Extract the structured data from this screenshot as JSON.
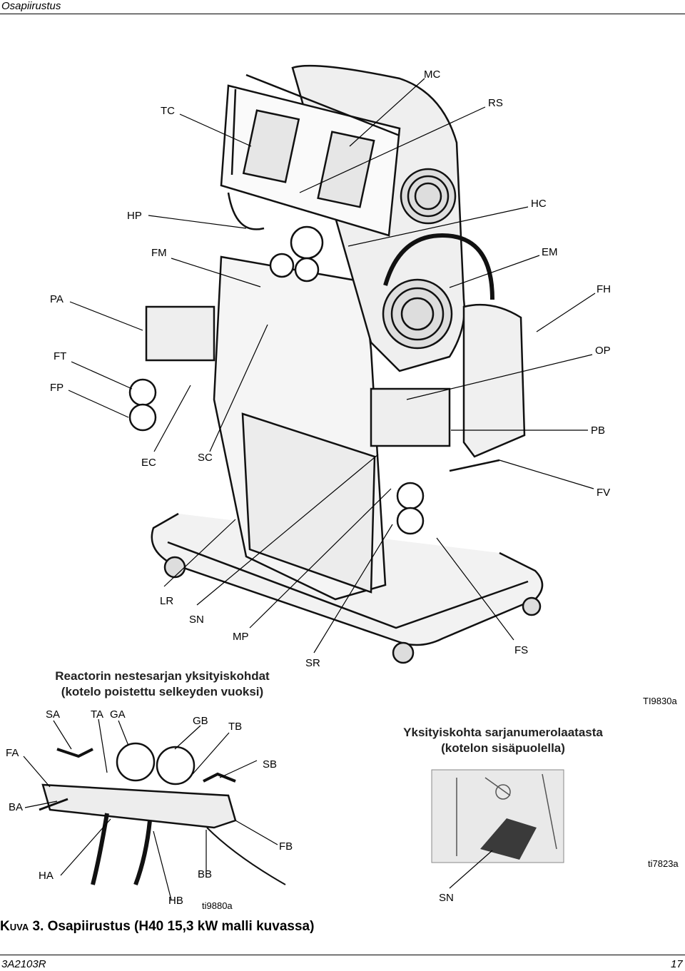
{
  "header": {
    "section": "Osapiirustus"
  },
  "main_figure": {
    "labels": {
      "tc": "TC",
      "mc": "MC",
      "rs": "RS",
      "hp": "HP",
      "hc": "HC",
      "fm": "FM",
      "em": "EM",
      "pa": "PA",
      "fh": "FH",
      "ft": "FT",
      "op": "OP",
      "fp": "FP",
      "pb": "PB",
      "ec": "EC",
      "sc": "SC",
      "fv": "FV",
      "lr": "LR",
      "sn": "SN",
      "mp": "MP",
      "sr": "SR",
      "fs": "FS"
    },
    "ref": "TI9830a"
  },
  "manifold": {
    "caption_line1": "Reactorin nestesarjan yksityiskohdat",
    "caption_line2": "(kotelo poistettu selkeyden vuoksi)",
    "labels": {
      "sa": "SA",
      "ta": "TA",
      "ga": "GA",
      "gb": "GB",
      "tb": "TB",
      "fa": "FA",
      "sb": "SB",
      "ba": "BA",
      "fb": "FB",
      "ha": "HA",
      "bb": "BB",
      "hb": "HB"
    },
    "ref": "ti9880a"
  },
  "serial": {
    "caption_line1": "Yksityiskohta sarjanumerolaatasta",
    "caption_line2": "(kotelon sisäpuolella)",
    "label_sn": "SN",
    "ref": "ti7823a"
  },
  "figure_caption": {
    "prefix_big": "K",
    "prefix_small": "uva",
    "text": " 3. Osapiirustus (H40 15,3 kW malli kuvassa)"
  },
  "footer": {
    "doc_number": "3A2103R",
    "page": "17"
  }
}
